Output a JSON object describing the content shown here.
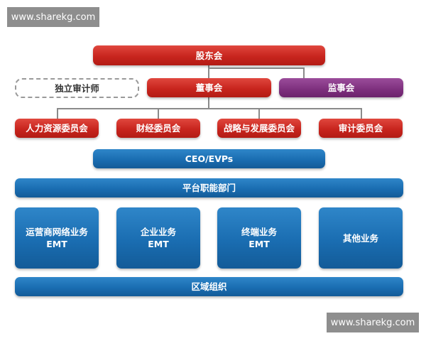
{
  "watermarks": {
    "top_left": "www.sharekg.com",
    "bottom_right": "www.sharekg.com"
  },
  "colors": {
    "red": "#c8251e",
    "purple": "#7d2f7d",
    "blue": "#1a6db1",
    "connector": "#8a8a8a"
  },
  "nodes": {
    "shareholders": "股东会",
    "independent_auditor": "独立审计师",
    "board": "董事会",
    "supervisory": "监事会",
    "committees": [
      "人力资源委员会",
      "财经委员会",
      "战略与发展委员会",
      "审计委员会"
    ],
    "ceo": "CEO/EVPs",
    "platform": "平台职能部门",
    "business_groups": [
      {
        "line1": "运营商网络业务",
        "line2": "EMT"
      },
      {
        "line1": "企业业务",
        "line2": "EMT"
      },
      {
        "line1": "终端业务",
        "line2": "EMT"
      },
      {
        "line1": "其他业务",
        "line2": ""
      }
    ],
    "regional": "区域组织"
  }
}
